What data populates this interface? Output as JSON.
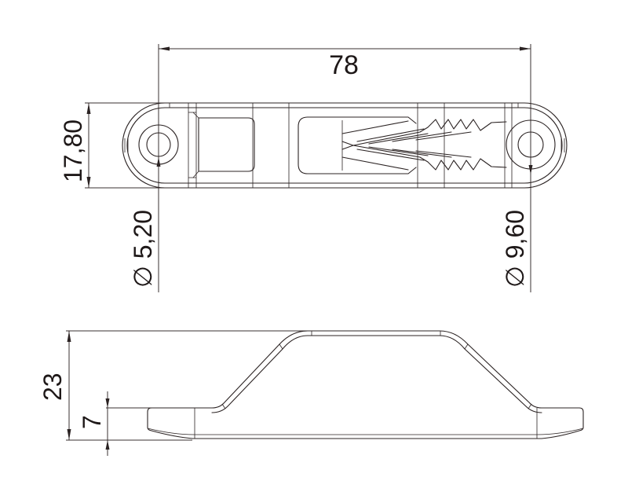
{
  "drawing": {
    "type": "technical-drawing",
    "subject": "cleat / fairlead, top view and side view",
    "line_color": "#2b2323",
    "background": "#ffffff"
  },
  "top_view": {
    "dimensions": {
      "overall_length": "78",
      "width": "17,80",
      "left_hole_diameter": "∅ 5,20",
      "right_hole_diameter": "∅ 9,60"
    }
  },
  "side_view": {
    "dimensions": {
      "overall_height": "23",
      "base_height": "7"
    }
  }
}
